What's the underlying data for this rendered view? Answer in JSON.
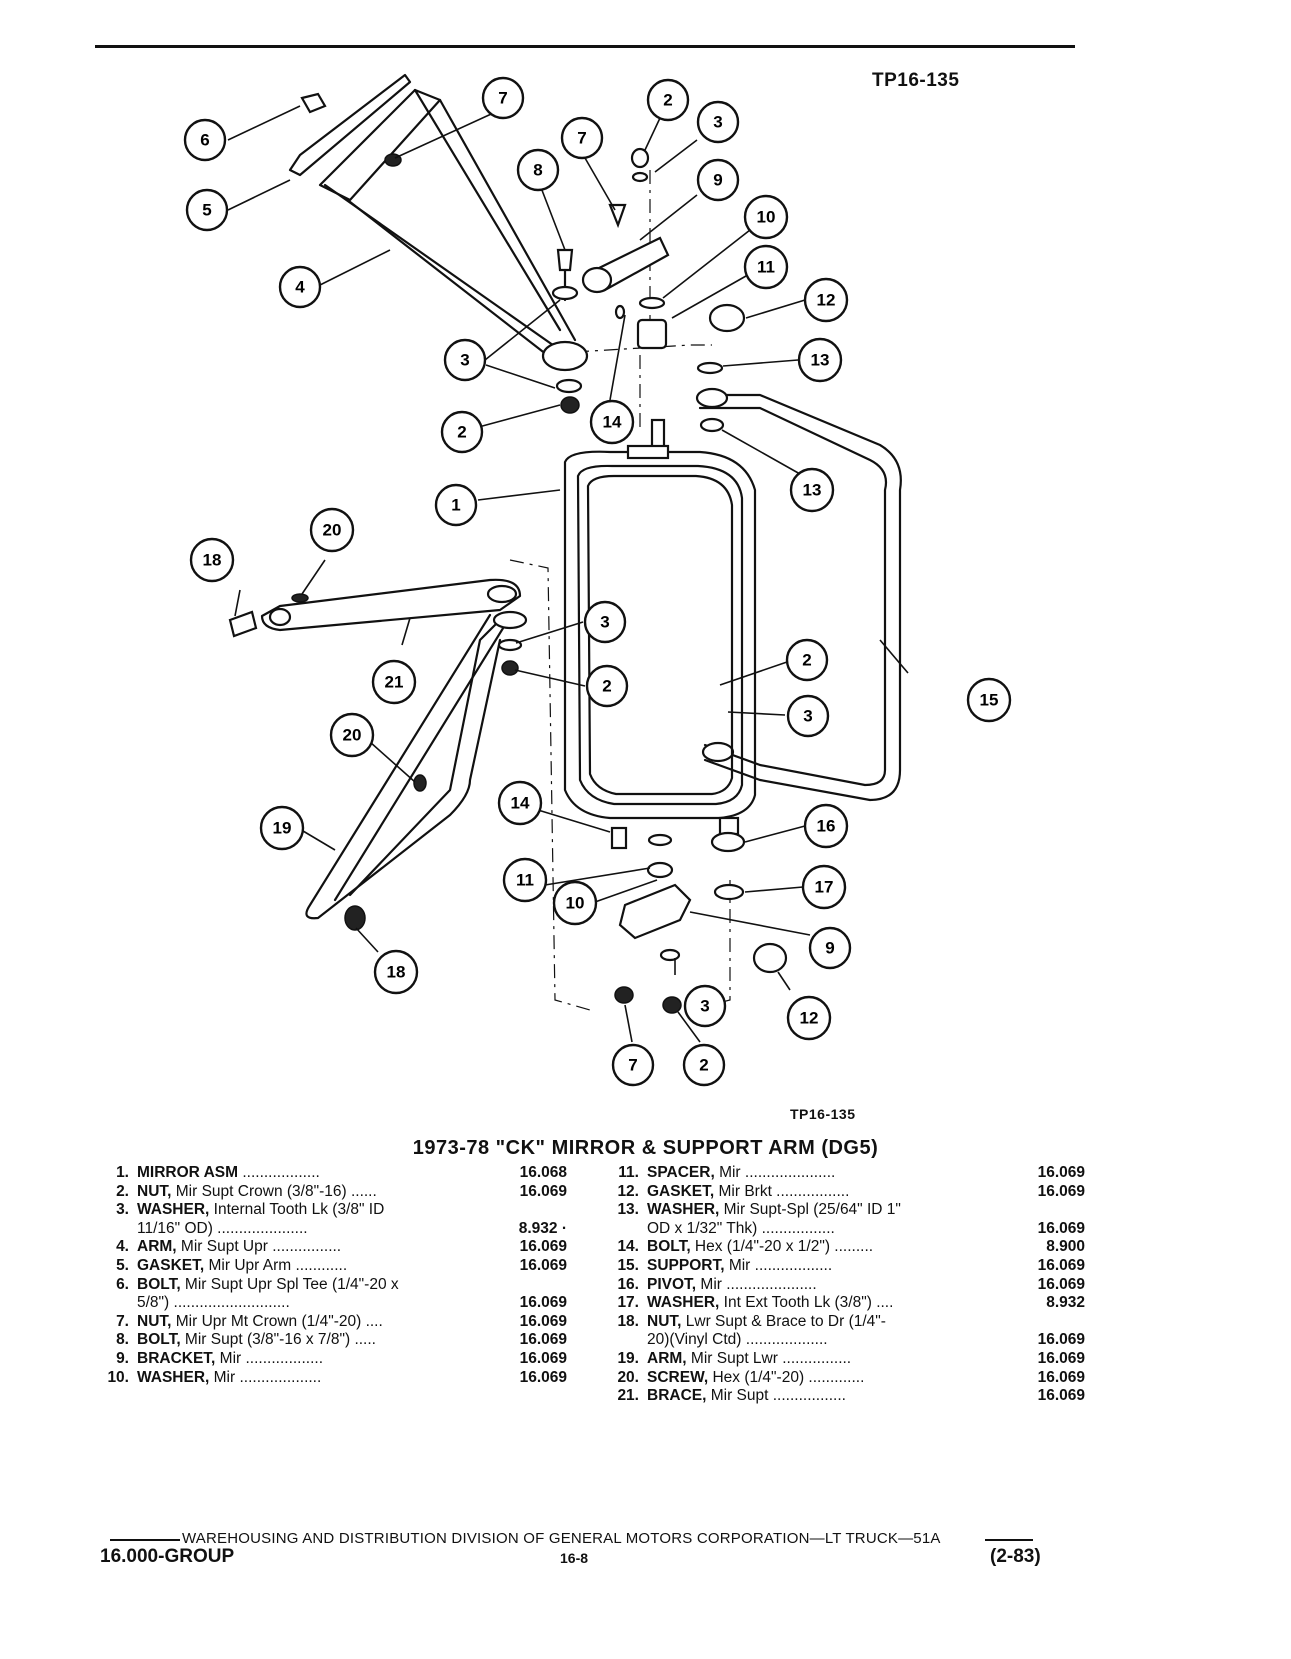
{
  "figure": {
    "id_top": "TP16-135",
    "id_bottom": "TP16-135",
    "callouts": [
      "1",
      "2",
      "3",
      "4",
      "5",
      "6",
      "7",
      "8",
      "9",
      "10",
      "11",
      "12",
      "13",
      "14",
      "15",
      "16",
      "17",
      "18",
      "19",
      "20",
      "21"
    ]
  },
  "parts_list": {
    "title": "1973-78 \"CK\" MIRROR & SUPPORT ARM (DG5)",
    "left": [
      {
        "num": "1.",
        "name": "MIRROR ASM",
        "detail": " ..................",
        "code": "16.068"
      },
      {
        "num": "2.",
        "name": "NUT,",
        "detail": " Mir Supt Crown (3/8\"-16) ......",
        "code": "16.069"
      },
      {
        "num": "3.",
        "name": "WASHER,",
        "detail": " Internal Tooth Lk (3/8\" ID\n11/16\" OD) .....................",
        "code": "8.932 ·"
      },
      {
        "num": "4.",
        "name": "ARM,",
        "detail": " Mir Supt Upr ................",
        "code": "16.069"
      },
      {
        "num": "5.",
        "name": "GASKET,",
        "detail": " Mir Upr Arm ............",
        "code": "16.069"
      },
      {
        "num": "6.",
        "name": "BOLT,",
        "detail": " Mir Supt Upr Spl Tee (1/4\"-20 x\n5/8\") ...........................",
        "code": "16.069"
      },
      {
        "num": "7.",
        "name": "NUT,",
        "detail": " Mir Upr Mt Crown (1/4\"-20) ....",
        "code": "16.069"
      },
      {
        "num": "8.",
        "name": "BOLT,",
        "detail": " Mir Supt (3/8\"-16 x 7/8\") .....",
        "code": "16.069"
      },
      {
        "num": "9.",
        "name": "BRACKET,",
        "detail": " Mir ..................",
        "code": "16.069"
      },
      {
        "num": "10.",
        "name": "WASHER,",
        "detail": " Mir ...................",
        "code": "16.069"
      }
    ],
    "right": [
      {
        "num": "11.",
        "name": "SPACER,",
        "detail": " Mir .....................",
        "code": "16.069"
      },
      {
        "num": "12.",
        "name": "GASKET,",
        "detail": " Mir Brkt .................",
        "code": "16.069"
      },
      {
        "num": "13.",
        "name": "WASHER,",
        "detail": " Mir Supt-Spl (25/64\" ID 1\"\nOD x 1/32\" Thk) .................",
        "code": "16.069"
      },
      {
        "num": "14.",
        "name": "BOLT,",
        "detail": " Hex (1/4\"-20 x 1/2\") .........",
        "code": "8.900"
      },
      {
        "num": "15.",
        "name": "SUPPORT,",
        "detail": " Mir ..................",
        "code": "16.069"
      },
      {
        "num": "16.",
        "name": "PIVOT,",
        "detail": " Mir .....................",
        "code": "16.069"
      },
      {
        "num": "17.",
        "name": "WASHER,",
        "detail": " Int Ext Tooth Lk (3/8\") ....",
        "code": "8.932"
      },
      {
        "num": "18.",
        "name": "NUT,",
        "detail": " Lwr Supt & Brace to Dr (1/4\"-\n20)(Vinyl Ctd) ...................",
        "code": "16.069"
      },
      {
        "num": "19.",
        "name": "ARM,",
        "detail": " Mir Supt Lwr ................",
        "code": "16.069"
      },
      {
        "num": "20.",
        "name": "SCREW,",
        "detail": " Hex (1/4\"-20) .............",
        "code": "16.069"
      },
      {
        "num": "21.",
        "name": "BRACE,",
        "detail": " Mir Supt .................",
        "code": "16.069"
      }
    ]
  },
  "footer": {
    "line": "WAREHOUSING AND DISTRIBUTION DIVISION OF GENERAL MOTORS CORPORATION—LT TRUCK—51A",
    "group": "16.000-GROUP",
    "page": "16-8",
    "date": "(2-83)"
  }
}
